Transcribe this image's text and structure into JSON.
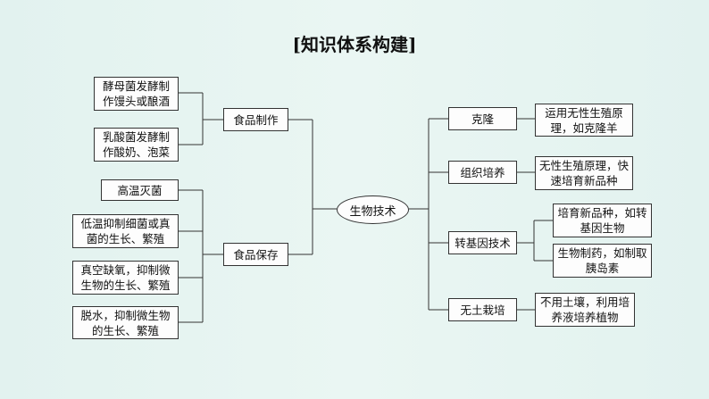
{
  "title": "[知识体系构建]",
  "center": "生物技术",
  "left": {
    "food_making": {
      "label": "食品制作",
      "items": [
        "酵母菌发酵制作馒头或酿酒",
        "乳酸菌发酵制作酸奶、泡菜"
      ]
    },
    "food_preservation": {
      "label": "食品保存",
      "items": [
        "高温灭菌",
        "低温抑制细菌或真菌的生长、繁殖",
        "真空缺氧，抑制微生物的生长、繁殖",
        "脱水，抑制微生物的生长、繁殖"
      ]
    }
  },
  "right": {
    "cloning": {
      "label": "克隆",
      "desc": "运用无性生殖原理，如克隆羊"
    },
    "tissue_culture": {
      "label": "组织培养",
      "desc": "无性生殖原理，快速培育新品种"
    },
    "transgenic": {
      "label": "转基因技术",
      "items": [
        "培育新品种，如转基因生物",
        "生物制药，如制取胰岛素"
      ]
    },
    "soilless": {
      "label": "无土栽培",
      "desc": "不用土壤，利用培养液培养植物"
    }
  }
}
